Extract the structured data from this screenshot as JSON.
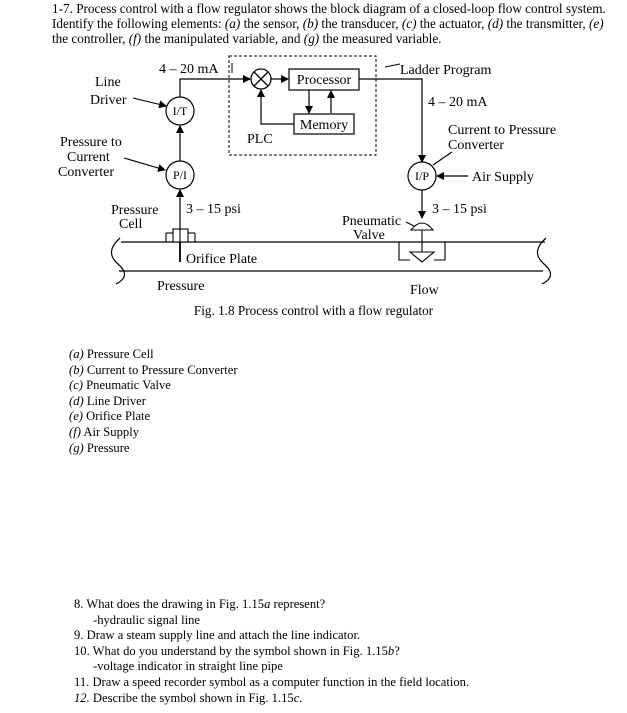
{
  "question": {
    "number": "1-7.",
    "text_a": "Process control with a flow regulator shows the block diagram of a closed-loop flow control system. Identify the following elements:",
    "items_inline": [
      {
        "letter": "(a)",
        "text": "the sensor,"
      },
      {
        "letter": "(b)",
        "text": "the transducer,"
      },
      {
        "letter": "(c)",
        "text": "the actuator,"
      },
      {
        "letter": "(d)",
        "text": "the transmitter,"
      },
      {
        "letter": "(e)",
        "text": "the controller,"
      },
      {
        "letter": "(f)",
        "text": "the manipulated variable, and"
      },
      {
        "letter": "(g)",
        "text": "the measured variable."
      }
    ]
  },
  "figure": {
    "labels": {
      "line_driver_1": "Line",
      "line_driver_2": "Driver",
      "ma_left": "4 – 20 mA",
      "processor": "Processor",
      "ladder": "Ladder Program",
      "memory": "Memory",
      "plc": "PLC",
      "ma_right": "4 – 20 mA",
      "ptc_1": "Pressure to",
      "ptc_2": "Current",
      "ptc_3": "Converter",
      "ctp_1": "Current to Pressure",
      "ctp_2": "Converter",
      "it": "I/T",
      "pi": "P/I",
      "ip": "I/P",
      "air_supply": "Air Supply",
      "pressure_cell_1": "Pressure",
      "pressure_cell_2": "Cell",
      "psi_left": "3 – 15 psi",
      "psi_right": "3 – 15 psi",
      "valve_1": "Pneumatic",
      "valve_2": "Valve",
      "orifice": "Orifice Plate",
      "pressure": "Pressure",
      "flow": "Flow"
    },
    "caption": "Fig. 1.8 Process control with a flow regulator"
  },
  "answers": [
    {
      "letter": "(a)",
      "text": "Pressure Cell"
    },
    {
      "letter": "(b)",
      "text": "Current to Pressure Converter"
    },
    {
      "letter": "(c)",
      "text": "Pneumatic Valve"
    },
    {
      "letter": "(d)",
      "text": "Line Driver"
    },
    {
      "letter": "(e)",
      "text": "Orifice Plate"
    },
    {
      "letter": "(f)",
      "text": "Air Supply"
    },
    {
      "letter": "(g)",
      "text": "Pressure"
    }
  ],
  "later_questions": [
    {
      "num": "8.",
      "text": "What does the drawing in Fig. 1.15",
      "em": "a",
      "tail": " represent?"
    },
    {
      "answer": "-hydraulic signal line"
    },
    {
      "num": "9.",
      "text": "Draw a steam supply line and attach the line indicator.",
      "em": "",
      "tail": ""
    },
    {
      "num": "10.",
      "text": "What do you understand by the symbol shown in Fig. 1.15",
      "em": "b",
      "tail": "?"
    },
    {
      "answer": "-voltage indicator in straight line pipe"
    },
    {
      "num": "11.",
      "text": "Draw a speed recorder symbol as a computer function in the field location.",
      "em": "",
      "tail": ""
    },
    {
      "num": "12.",
      "text": "Describe the symbol shown in Fig. 1.15",
      "em": "c",
      "tail": "."
    }
  ]
}
